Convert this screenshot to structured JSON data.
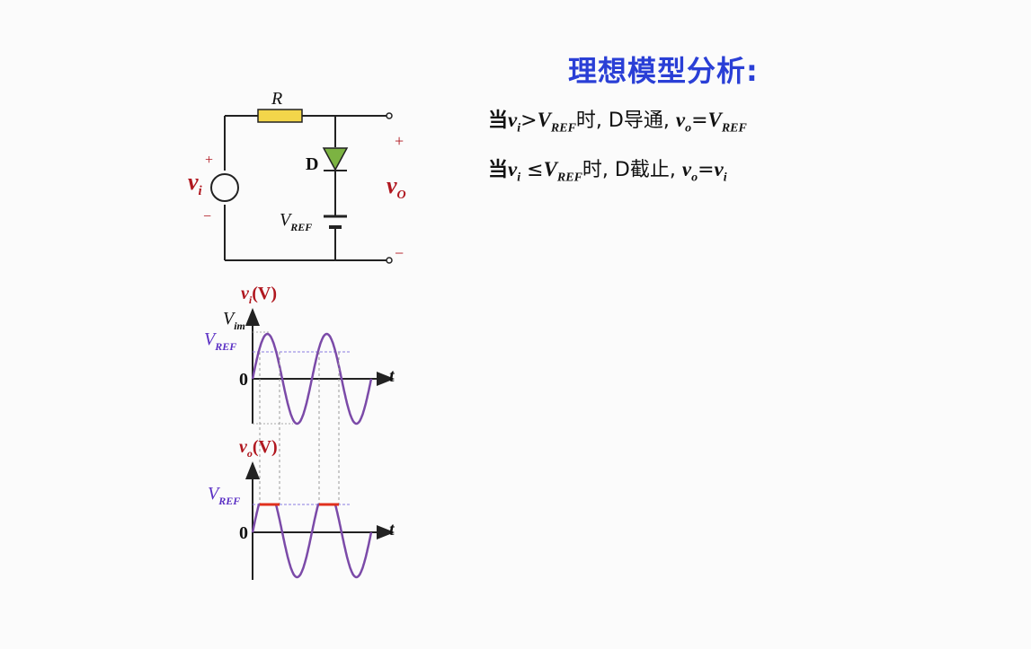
{
  "title": "理想模型分析:",
  "rules": [
    {
      "prefix": "当",
      "v1": "v",
      "v1_sub": "i",
      "op": ">",
      "v2": "V",
      "v2_sub": "REF",
      "mid": "时, D导通, ",
      "v3": "v",
      "v3_sub": "o",
      "eq": "=",
      "v4": "V",
      "v4_sub": "REF"
    },
    {
      "prefix": "当",
      "v1": "v",
      "v1_sub": "i",
      "op": " ≤",
      "v2": "V",
      "v2_sub": "REF",
      "mid": "时, D截止, ",
      "v3": "v",
      "v3_sub": "o",
      "eq": "=",
      "v4": "v",
      "v4_sub": "i"
    }
  ],
  "circuit": {
    "resistor_label": "R",
    "diode_label": "D",
    "vref_label": "V",
    "vref_sub": "REF",
    "source_label": "v",
    "source_sub": "i",
    "output_label": "v",
    "output_sub": "O",
    "plus": "+",
    "minus": "−"
  },
  "graph_vi": {
    "ylabel": "v",
    "ylabel_sub": "i",
    "ylabel_unit": "(V)",
    "vim": "V",
    "vim_sub": "im",
    "vref": "V",
    "vref_sub": "REF",
    "zero": "0",
    "tlabel": "t"
  },
  "graph_vo": {
    "ylabel": "v",
    "ylabel_sub": "o",
    "ylabel_unit": "(V)",
    "vref": "V",
    "vref_sub": "REF",
    "zero": "0",
    "tlabel": "t"
  },
  "colors": {
    "title": "#2a3fd6",
    "label_red": "#b0171f",
    "vref_purple": "#5a2fc4",
    "wave_purple": "#7b4aa8",
    "clip_red": "#e0301e",
    "resistor_fill": "#f3d64a",
    "diode_fill": "#7cb342"
  }
}
